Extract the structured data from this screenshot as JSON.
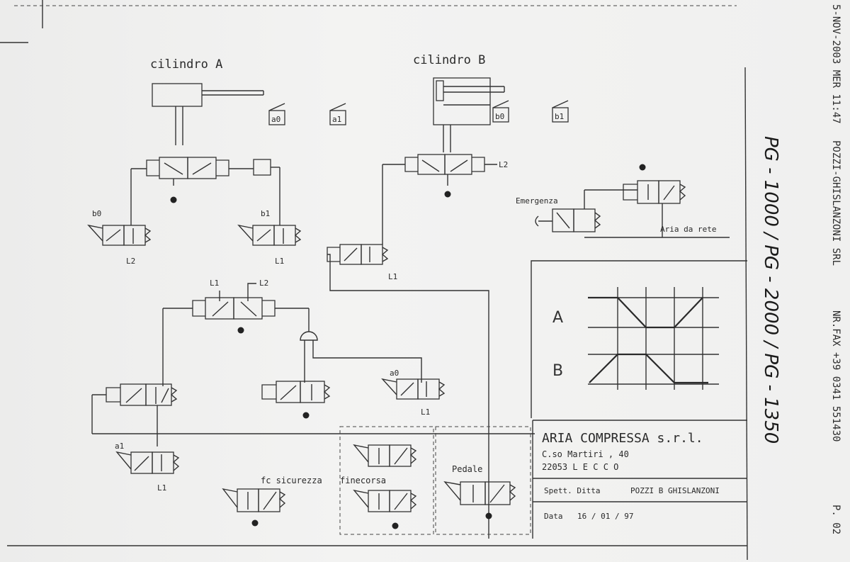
{
  "fax_header": {
    "date_time": "5-NOV-2003 MER 11:47",
    "sender": "POZZI-GHISLANZONI SRL",
    "fax_number": "NR.FAX +39 0341 551430",
    "page": "P. 02"
  },
  "handwritten_note": "PG - 1000 / PG - 2000 / PG - 1350",
  "cylinders": {
    "a_title": "cilindro A",
    "b_title": "cilindro B",
    "limit_labels": [
      "a0",
      "a1",
      "b0",
      "b1"
    ]
  },
  "valve_labels": {
    "b0": "b0",
    "b1": "b1",
    "l2_a": "L2",
    "l1_a": "L1",
    "l2_b": "L2",
    "l1_b": "L1",
    "l1_c": "L1",
    "l2_c": "L2",
    "l1_d": "L1",
    "a0": "a0",
    "a1": "a1",
    "l1_e": "L1"
  },
  "emergency": {
    "label": "Emergenza",
    "supply": "Aria da rete"
  },
  "bottom_labels": {
    "safety": "fc sicurezza",
    "stroke_end": "finecorsa",
    "pedal": "Pedale"
  },
  "timing_diagram": {
    "row_a": "A",
    "row_b": "B"
  },
  "title_block": {
    "company": "ARIA COMPRESSA s.r.l.",
    "address": "C.so Martiri , 40",
    "city": "22053  L E C C O",
    "client_label": "Spett. Ditta",
    "client": "POZZI B GHISLANZONI",
    "date_label": "Data",
    "date": "16 / 01 / 97"
  }
}
